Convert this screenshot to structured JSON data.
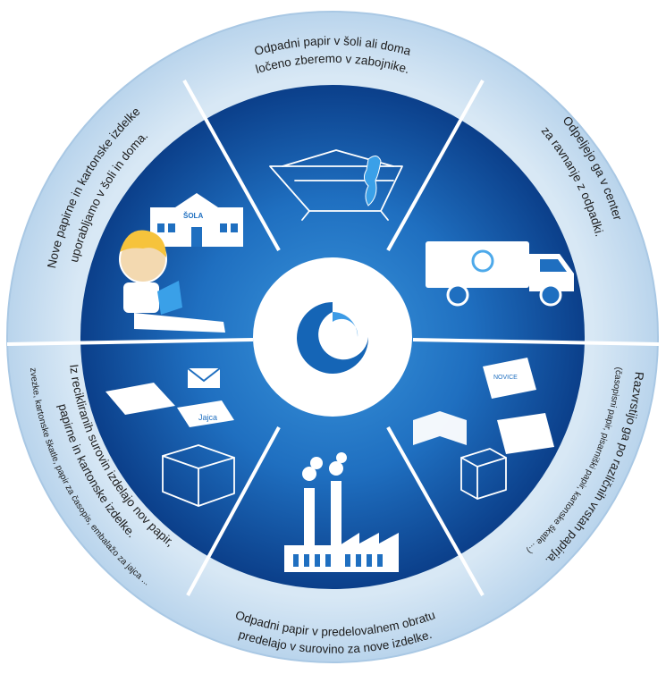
{
  "colors": {
    "outer_ring": "#cfe2f2",
    "outer_ring_edge": "#a9c8e4",
    "inner_disk_light": "#2f86d0",
    "inner_disk_dark": "#0b3f8a",
    "divider": "#ffffff",
    "center_logo": "#1565b6"
  },
  "steps": [
    {
      "id": "collect",
      "lines": [
        "Odpadni papir v šoli ali doma",
        "ločeno zberemo v zabojnike."
      ],
      "icon": "container-icon"
    },
    {
      "id": "transport",
      "lines": [
        "Odpeljejo ga v center",
        "za ravnanje z odpadki."
      ],
      "icon": "recycling-truck-icon"
    },
    {
      "id": "sort",
      "lines": [
        "Razvrstijo ga po različnih vrstah papirja."
      ],
      "sublines": [
        "(časopisni papir, pisarniški papir, kartonske škatle ...)"
      ],
      "icon": "paper-stack-icon"
    },
    {
      "id": "process",
      "lines": [
        "Odpadni papir v predelovalnem obratu",
        "predelajo v surovino za nove izdelke."
      ],
      "icon": "factory-icon"
    },
    {
      "id": "produce",
      "lines": [
        "Iz recikliranih surovin izdelajo nov papir,",
        "papirne in kartonske izdelke."
      ],
      "sublines": [
        "(zvezke, kartonske škatle, papir za časopis, embalažo za jajca ...)"
      ],
      "icon": "products-icon"
    },
    {
      "id": "reuse",
      "lines": [
        "Nove papirne in kartonske izdelke",
        "uporabljamo v šoli in doma."
      ],
      "icon": "school-child-icon"
    }
  ],
  "icon_labels": {
    "school": "ŠOLA",
    "egg_carton": "Jajca",
    "newspaper": "NOVICE"
  },
  "center_logo": "recycling-logo"
}
